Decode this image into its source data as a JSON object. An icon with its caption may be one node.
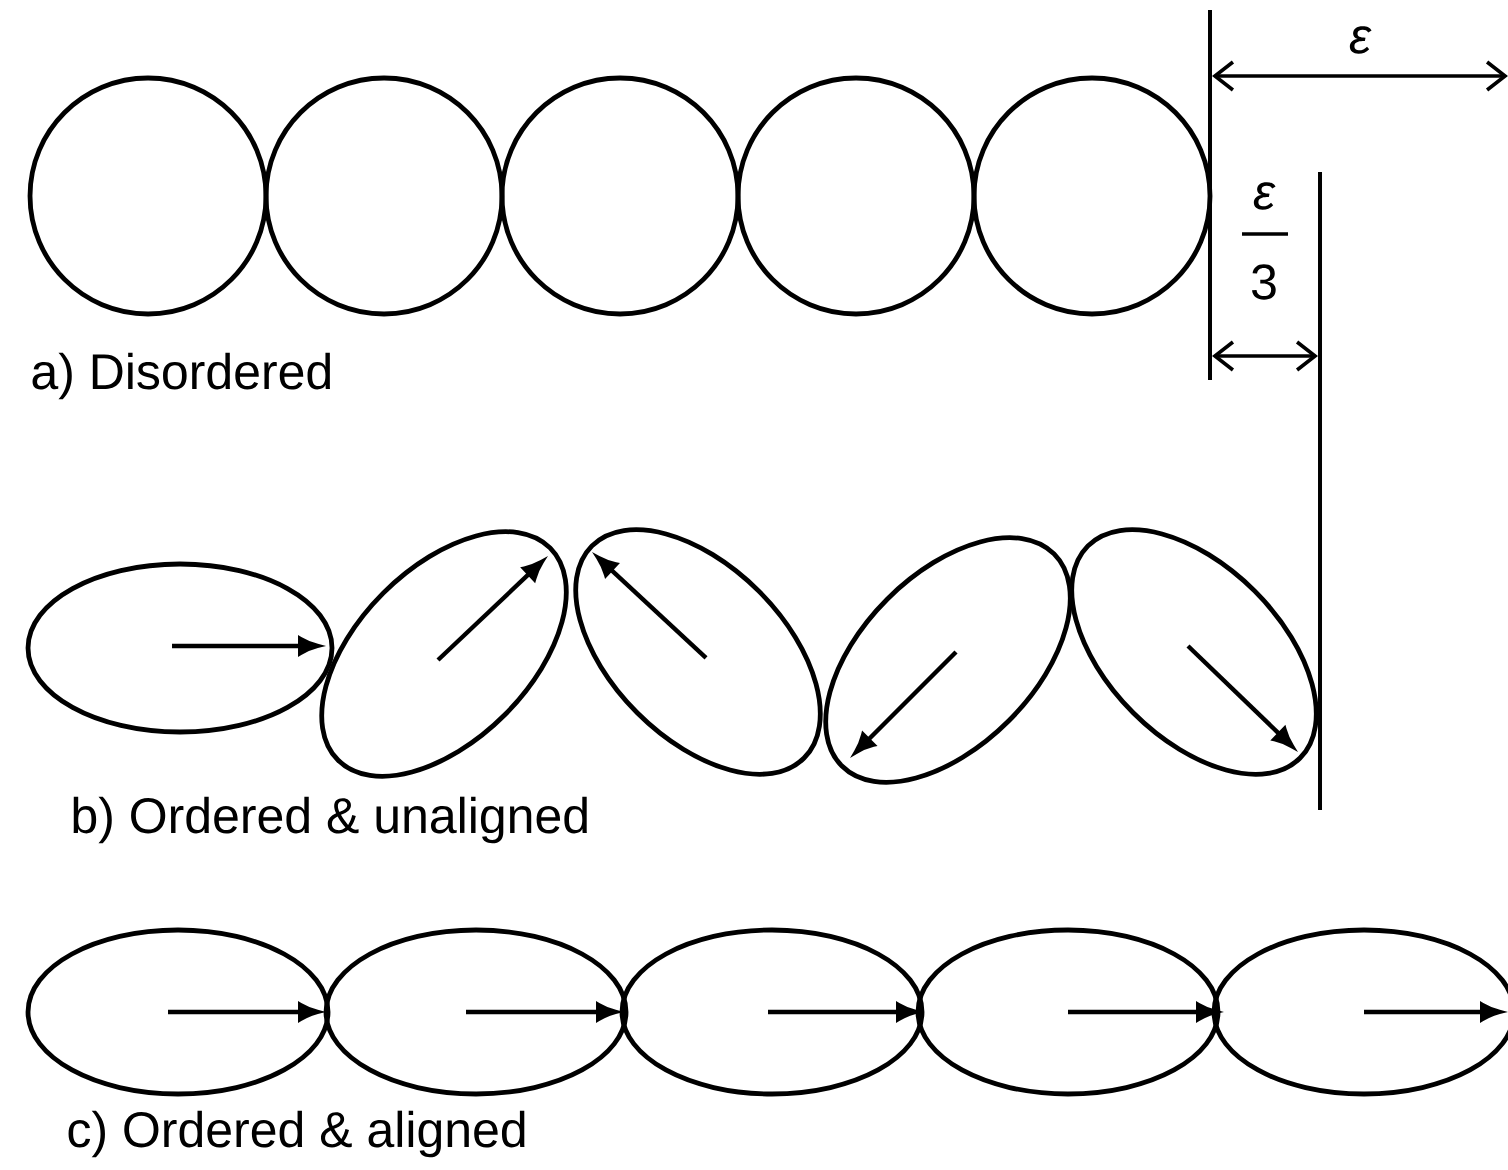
{
  "diagram": {
    "nodes": [
      {
        "text": [],
        "shape": "circle"
      },
      {
        "text": [],
        "shape": "circle"
      },
      {
        "text": [],
        "shape": "circle"
      },
      {
        "text": [],
        "shape": "circle"
      },
      {
        "text": [],
        "shape": "circle"
      },
      {
        "text": [],
        "shape": "ellipse"
      },
      {
        "text": [],
        "shape": "ellipse"
      },
      {
        "text": [],
        "shape": "ellipse"
      },
      {
        "text": [],
        "shape": "ellipse"
      },
      {
        "text": [],
        "shape": "ellipse"
      },
      {
        "text": [],
        "shape": "ellipse"
      },
      {
        "text": [],
        "shape": "ellipse"
      },
      {
        "text": [],
        "shape": "ellipse"
      },
      {
        "text": [],
        "shape": "ellipse"
      },
      {
        "text": [],
        "shape": "ellipse"
      }
    ],
    "labels": [
      "ε",
      "ε",
      "3",
      "a) Disordered",
      "b) Ordered & unaligned",
      "c) Ordered & aligned"
    ]
  }
}
